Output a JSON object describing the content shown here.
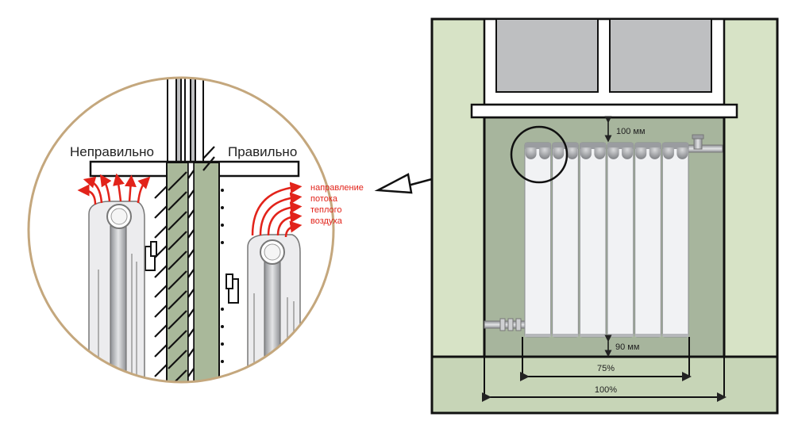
{
  "detail_view": {
    "label_wrong": "Неправильно",
    "label_right": "Правильно",
    "airflow_caption": [
      "направление",
      "потока",
      "теплого",
      "воздуха"
    ],
    "colors": {
      "circle_border": "#c4a77d",
      "airflow": "#e2231a",
      "wall": "#a9b89a"
    }
  },
  "front_view": {
    "top_clearance": "100 мм",
    "bottom_clearance": "90 мм",
    "radiator_width_ratio": "75%",
    "niche_width_ratio": "100%",
    "radiator_sections": 6,
    "colors": {
      "outer_wall": "#d7e3c6",
      "niche": "#a7b59d",
      "floor": "#c7d5b7",
      "glass": "#bebfc1",
      "radiator": "#f1f2f4"
    }
  }
}
